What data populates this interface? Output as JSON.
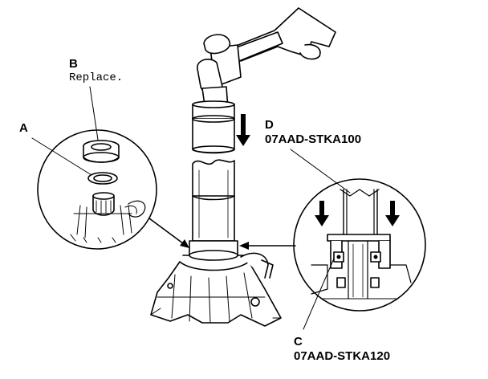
{
  "callouts": {
    "a": {
      "letter": "A"
    },
    "b": {
      "letter": "B",
      "note": "Replace."
    },
    "c": {
      "letter": "C",
      "part_number": "07AAD-STKA120"
    },
    "d": {
      "letter": "D",
      "part_number": "07AAD-STKA100"
    }
  },
  "colors": {
    "ink": "#000000",
    "paper": "#ffffff"
  },
  "icons": {
    "hammer": "hammer-icon",
    "press_direction": "down-arrow-icon"
  }
}
